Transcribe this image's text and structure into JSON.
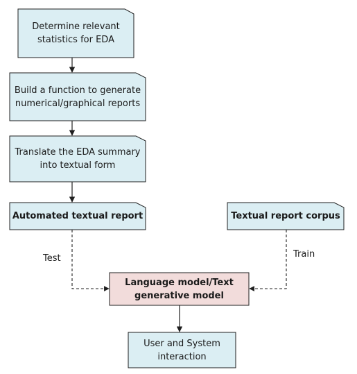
{
  "nodes": {
    "determine": "Determine relevant\nstatistics for EDA",
    "build": "Build a function to generate\nnumerical/graphical  reports",
    "translate": "Translate the EDA summary\ninto textual form",
    "automated": "Automated textual report",
    "corpus": "Textual report corpus",
    "model": "Language model/Text\ngenerative model",
    "interaction": "User and System\ninteraction"
  },
  "edges": {
    "test": "Test",
    "train": "Train"
  },
  "colors": {
    "box_fill": "#dbeef3",
    "model_fill": "#f2dcdb",
    "stroke": "#1f1f1f"
  }
}
